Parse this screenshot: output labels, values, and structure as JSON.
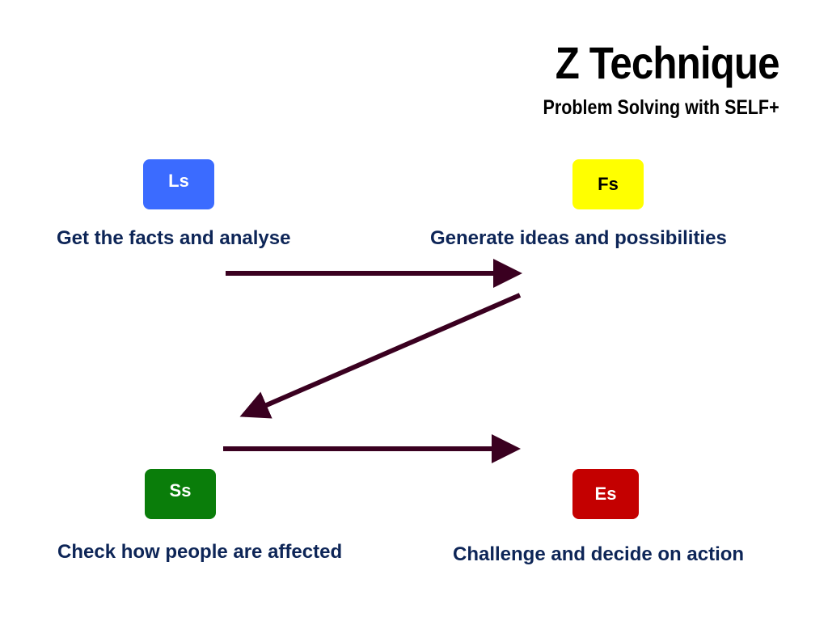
{
  "title": "Z Technique",
  "subtitle": "Problem Solving with SELF+",
  "colors": {
    "text_dark": "#000000",
    "caption_navy": "#0d2557",
    "arrow": "#3a0020"
  },
  "nodes": [
    {
      "id": "ls",
      "label": "Ls",
      "caption": "Get the facts and analyse",
      "color": "#3b6bff",
      "text_color": "#ffffff"
    },
    {
      "id": "fs",
      "label": "Fs",
      "caption": "Generate ideas and possibilities",
      "color": "#ffff00",
      "text_color": "#000000"
    },
    {
      "id": "ss",
      "label": "Ss",
      "caption": "Check how people are affected",
      "color": "#0a7d0a",
      "text_color": "#ffffff"
    },
    {
      "id": "es",
      "label": "Es",
      "caption": "Challenge and decide on action",
      "color": "#c40000",
      "text_color": "#ffffff"
    }
  ]
}
